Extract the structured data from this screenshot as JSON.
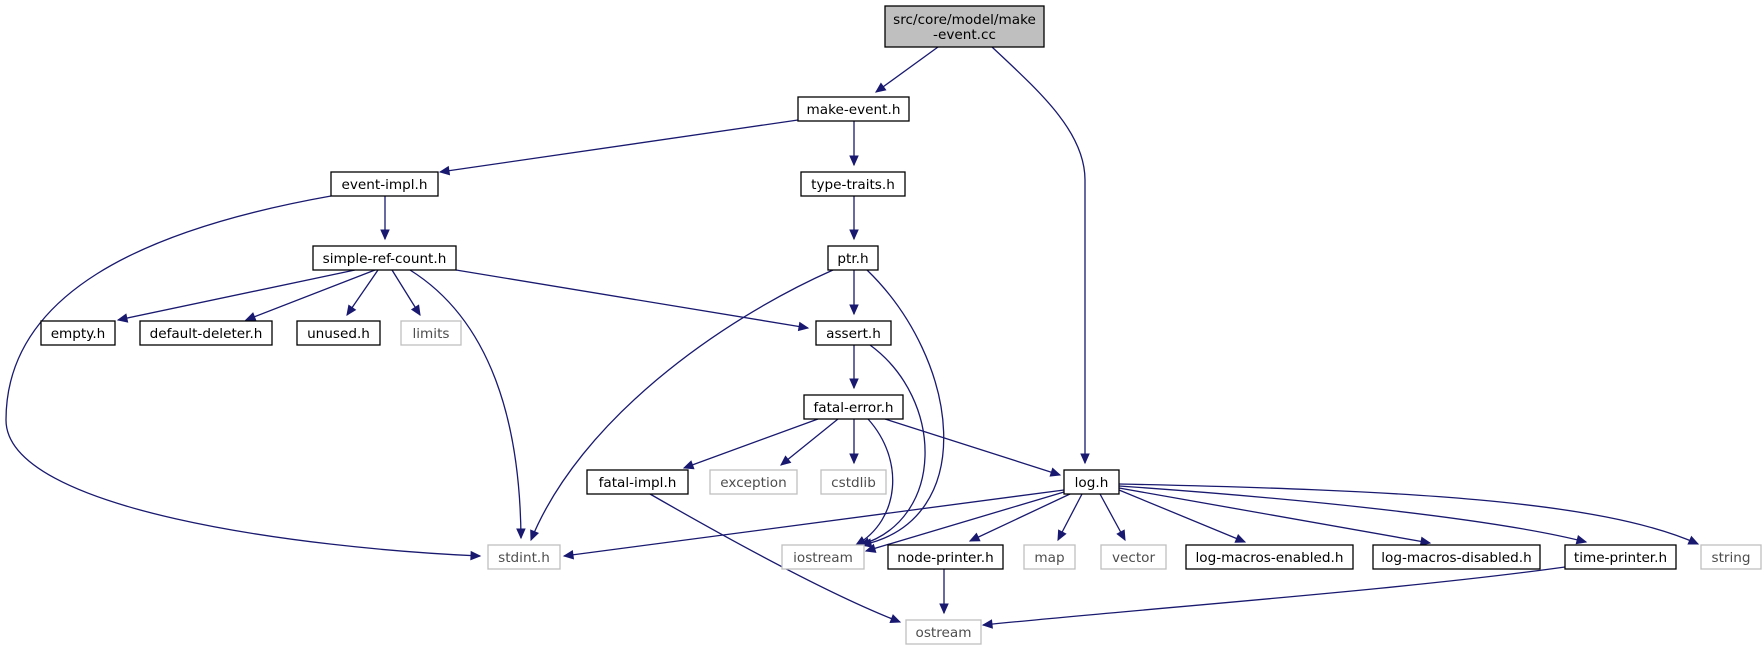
{
  "graph": {
    "title": "",
    "nodes": [
      {
        "id": "root",
        "label": [
          "src/core/model/make",
          "-event.cc"
        ],
        "kind": "root"
      },
      {
        "id": "make_event_h",
        "label": [
          "make-event.h"
        ],
        "kind": "documented"
      },
      {
        "id": "event_impl_h",
        "label": [
          "event-impl.h"
        ],
        "kind": "documented"
      },
      {
        "id": "type_traits_h",
        "label": [
          "type-traits.h"
        ],
        "kind": "documented"
      },
      {
        "id": "simple_ref_count_h",
        "label": [
          "simple-ref-count.h"
        ],
        "kind": "documented"
      },
      {
        "id": "ptr_h",
        "label": [
          "ptr.h"
        ],
        "kind": "documented"
      },
      {
        "id": "empty_h",
        "label": [
          "empty.h"
        ],
        "kind": "documented"
      },
      {
        "id": "default_deleter_h",
        "label": [
          "default-deleter.h"
        ],
        "kind": "documented"
      },
      {
        "id": "unused_h",
        "label": [
          "unused.h"
        ],
        "kind": "documented"
      },
      {
        "id": "limits",
        "label": [
          "limits"
        ],
        "kind": "external"
      },
      {
        "id": "assert_h",
        "label": [
          "assert.h"
        ],
        "kind": "documented"
      },
      {
        "id": "fatal_error_h",
        "label": [
          "fatal-error.h"
        ],
        "kind": "documented"
      },
      {
        "id": "fatal_impl_h",
        "label": [
          "fatal-impl.h"
        ],
        "kind": "documented"
      },
      {
        "id": "exception",
        "label": [
          "exception"
        ],
        "kind": "external"
      },
      {
        "id": "cstdlib",
        "label": [
          "cstdlib"
        ],
        "kind": "external"
      },
      {
        "id": "log_h",
        "label": [
          "log.h"
        ],
        "kind": "documented"
      },
      {
        "id": "stdint_h",
        "label": [
          "stdint.h"
        ],
        "kind": "external"
      },
      {
        "id": "iostream",
        "label": [
          "iostream"
        ],
        "kind": "external"
      },
      {
        "id": "node_printer_h",
        "label": [
          "node-printer.h"
        ],
        "kind": "documented"
      },
      {
        "id": "map",
        "label": [
          "map"
        ],
        "kind": "external"
      },
      {
        "id": "vector",
        "label": [
          "vector"
        ],
        "kind": "external"
      },
      {
        "id": "log_macros_enabled_h",
        "label": [
          "log-macros-enabled.h"
        ],
        "kind": "documented"
      },
      {
        "id": "log_macros_disabled_h",
        "label": [
          "log-macros-disabled.h"
        ],
        "kind": "documented"
      },
      {
        "id": "time_printer_h",
        "label": [
          "time-printer.h"
        ],
        "kind": "documented"
      },
      {
        "id": "string",
        "label": [
          "string"
        ],
        "kind": "external"
      },
      {
        "id": "ostream",
        "label": [
          "ostream"
        ],
        "kind": "external"
      }
    ],
    "edges": [
      {
        "from": "root",
        "to": "make_event_h"
      },
      {
        "from": "root",
        "to": "log_h"
      },
      {
        "from": "make_event_h",
        "to": "event_impl_h"
      },
      {
        "from": "make_event_h",
        "to": "type_traits_h"
      },
      {
        "from": "event_impl_h",
        "to": "simple_ref_count_h"
      },
      {
        "from": "event_impl_h",
        "to": "stdint_h"
      },
      {
        "from": "type_traits_h",
        "to": "ptr_h"
      },
      {
        "from": "simple_ref_count_h",
        "to": "empty_h"
      },
      {
        "from": "simple_ref_count_h",
        "to": "default_deleter_h"
      },
      {
        "from": "simple_ref_count_h",
        "to": "unused_h"
      },
      {
        "from": "simple_ref_count_h",
        "to": "limits"
      },
      {
        "from": "simple_ref_count_h",
        "to": "assert_h"
      },
      {
        "from": "simple_ref_count_h",
        "to": "stdint_h"
      },
      {
        "from": "ptr_h",
        "to": "assert_h"
      },
      {
        "from": "ptr_h",
        "to": "stdint_h"
      },
      {
        "from": "ptr_h",
        "to": "iostream"
      },
      {
        "from": "assert_h",
        "to": "fatal_error_h"
      },
      {
        "from": "assert_h",
        "to": "iostream"
      },
      {
        "from": "fatal_error_h",
        "to": "fatal_impl_h"
      },
      {
        "from": "fatal_error_h",
        "to": "exception"
      },
      {
        "from": "fatal_error_h",
        "to": "cstdlib"
      },
      {
        "from": "fatal_error_h",
        "to": "log_h"
      },
      {
        "from": "fatal_error_h",
        "to": "iostream"
      },
      {
        "from": "fatal_impl_h",
        "to": "ostream"
      },
      {
        "from": "log_h",
        "to": "stdint_h"
      },
      {
        "from": "log_h",
        "to": "iostream"
      },
      {
        "from": "log_h",
        "to": "node_printer_h"
      },
      {
        "from": "log_h",
        "to": "map"
      },
      {
        "from": "log_h",
        "to": "vector"
      },
      {
        "from": "log_h",
        "to": "log_macros_enabled_h"
      },
      {
        "from": "log_h",
        "to": "log_macros_disabled_h"
      },
      {
        "from": "log_h",
        "to": "time_printer_h"
      },
      {
        "from": "log_h",
        "to": "string"
      },
      {
        "from": "node_printer_h",
        "to": "ostream"
      },
      {
        "from": "time_printer_h",
        "to": "ostream"
      }
    ],
    "colors": {
      "edge": "#191970",
      "root_fill": "#bfbfbf",
      "documented_border": "#000000",
      "external_border": "#bfbfbf",
      "external_text": "#4d4d4d",
      "background": "#ffffff"
    }
  }
}
